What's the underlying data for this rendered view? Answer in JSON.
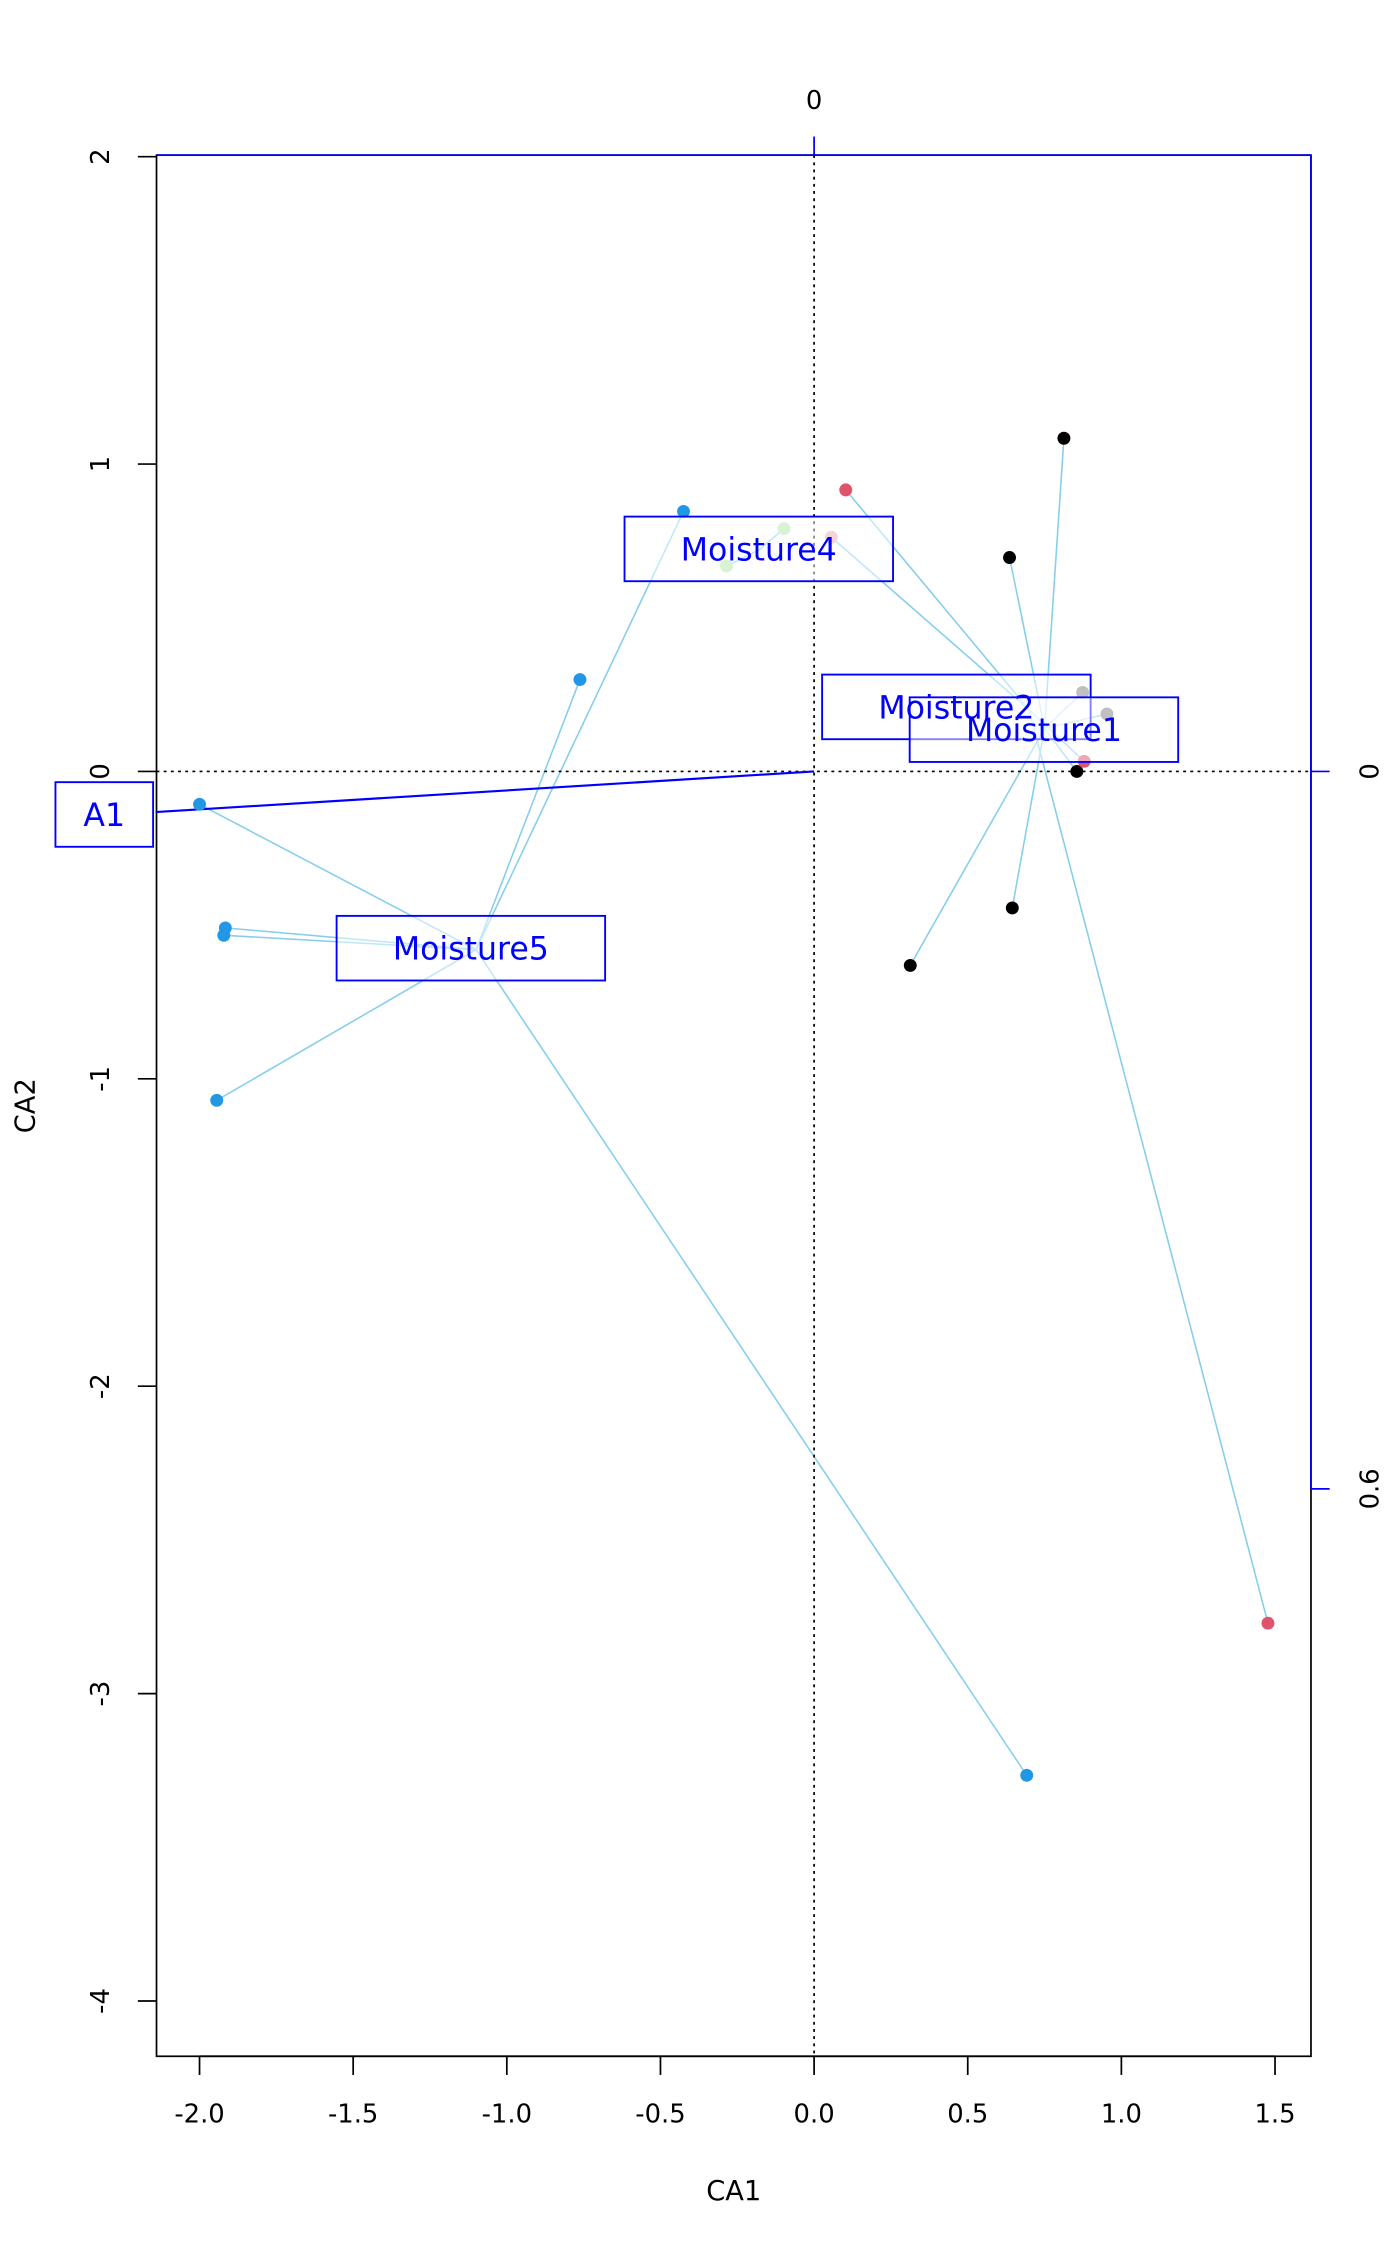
{
  "chart_data": {
    "type": "scatter",
    "title": "",
    "xlabel": "CA1",
    "ylabel": "CA2",
    "xlim": [
      -2.14,
      1.617
    ],
    "ylim": [
      -4.18,
      2.005
    ],
    "xticks": [
      "-2.0",
      "-1.5",
      "-1.0",
      "-0.5",
      "0.0",
      "0.5",
      "1.0",
      "1.5"
    ],
    "xtick_values": [
      -2.0,
      -1.5,
      -1.0,
      -0.5,
      0.0,
      0.5,
      1.0,
      1.5
    ],
    "yticks": [
      "-4",
      "-3",
      "-2",
      "-1",
      "0",
      "1",
      "2"
    ],
    "ytick_values": [
      -4,
      -3,
      -2,
      -1,
      0,
      1,
      2
    ],
    "env_axis": {
      "top_ticks": [
        "0"
      ],
      "top_tick_values": [
        0
      ],
      "right_ticks": [
        "0",
        "0.6"
      ],
      "right_tick_values": [
        0,
        0.6
      ],
      "color": "#0000FF"
    },
    "spider_color": "#87CEEB",
    "groups": [
      {
        "name": "Moisture1",
        "centroid": [
          0.75,
          0.14
        ]
      },
      {
        "name": "Moisture2",
        "centroid": [
          0.7,
          0.2
        ]
      },
      {
        "name": "Moisture4",
        "centroid": [
          -0.18,
          0.72
        ]
      },
      {
        "name": "Moisture5",
        "centroid": [
          -1.1,
          -0.58
        ]
      }
    ],
    "points": [
      {
        "x": 0.813,
        "y": 1.084,
        "group": "Moisture1",
        "color": "#000000"
      },
      {
        "x": 0.636,
        "y": 0.696,
        "group": "Moisture1",
        "color": "#000000"
      },
      {
        "x": 0.855,
        "y": 0.0,
        "group": "Moisture1",
        "color": "#000000"
      },
      {
        "x": 0.645,
        "y": -0.444,
        "group": "Moisture1",
        "color": "#000000"
      },
      {
        "x": 0.313,
        "y": -0.631,
        "group": "Moisture1",
        "color": "#000000"
      },
      {
        "x": 0.874,
        "y": 0.257,
        "group": "Moisture1",
        "color": "#808080"
      },
      {
        "x": 0.953,
        "y": 0.187,
        "group": "Moisture1",
        "color": "#808080"
      },
      {
        "x": 0.103,
        "y": 0.916,
        "group": "Moisture2",
        "color": "#DF536B"
      },
      {
        "x": 0.056,
        "y": 0.762,
        "group": "Moisture2",
        "color": "#EFA9B5"
      },
      {
        "x": 0.879,
        "y": 0.033,
        "group": "Moisture2",
        "color": "#DF536B"
      },
      {
        "x": 1.477,
        "y": -2.771,
        "group": "Moisture2",
        "color": "#DF536B"
      },
      {
        "x": -0.098,
        "y": 0.79,
        "group": "Moisture4",
        "color": "#B0E7A7"
      },
      {
        "x": -0.285,
        "y": 0.668,
        "group": "Moisture4",
        "color": "#B0E7A7"
      },
      {
        "x": -0.425,
        "y": 0.846,
        "group": "Moisture5",
        "color": "#2297E6"
      },
      {
        "x": -0.762,
        "y": 0.299,
        "group": "Moisture5",
        "color": "#2297E6"
      },
      {
        "x": -2.0,
        "y": -0.107,
        "group": "Moisture5",
        "color": "#2297E6"
      },
      {
        "x": -1.916,
        "y": -0.509,
        "group": "Moisture5",
        "color": "#2297E6"
      },
      {
        "x": -1.921,
        "y": -0.533,
        "group": "Moisture5",
        "color": "#2297E6"
      },
      {
        "x": -1.944,
        "y": -1.07,
        "group": "Moisture5",
        "color": "#2297E6"
      },
      {
        "x": 0.692,
        "y": -3.266,
        "group": "Moisture5",
        "color": "#2297E6"
      }
    ],
    "env_vectors": [
      {
        "name": "A1",
        "x": -0.551,
        "y": -0.034
      }
    ],
    "labels": [
      {
        "text": "Moisture4",
        "x": -0.18,
        "y": 0.724
      },
      {
        "text": "Moisture2",
        "x": 0.463,
        "y": 0.21
      },
      {
        "text": "Moisture1",
        "x": 0.748,
        "y": 0.136
      },
      {
        "text": "Moisture5",
        "x": -1.117,
        "y": -0.575
      },
      {
        "text": "A1",
        "x": -2.31,
        "y": -0.14
      }
    ]
  }
}
